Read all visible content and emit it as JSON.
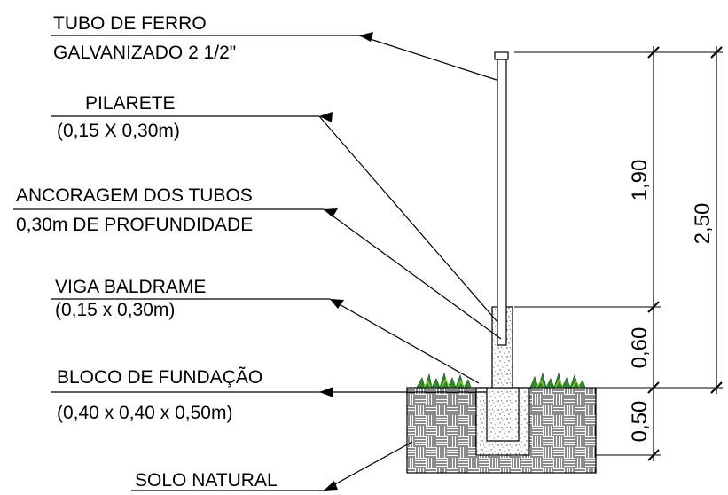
{
  "labels": {
    "tubo_line1": "TUBO DE FERRO",
    "tubo_line2": "GALVANIZADO 2 1/2\"",
    "pilarete_line1": "PILARETE",
    "pilarete_line2": "(0,15 X 0,30m)",
    "ancoragem_line1": "ANCORAGEM DOS TUBOS",
    "ancoragem_line2": "0,30m DE PROFUNDIDADE",
    "viga_line1": "VIGA BALDRAME",
    "viga_line2": "(0,15 x 0,30m)",
    "bloco_line1": "BLOCO DE FUNDAÇÃO",
    "bloco_line2": "(0,40 x 0,40 x 0,50m)",
    "solo_line1": "SOLO NATURAL"
  },
  "dimensions": {
    "upper": "1,90",
    "middle": "0,60",
    "lower": "0,50",
    "total": "2,50"
  },
  "colors": {
    "line": "#000000",
    "grass": "#2e8b2e",
    "grass_light": "#9acd32",
    "concrete_dot": "#666666"
  }
}
